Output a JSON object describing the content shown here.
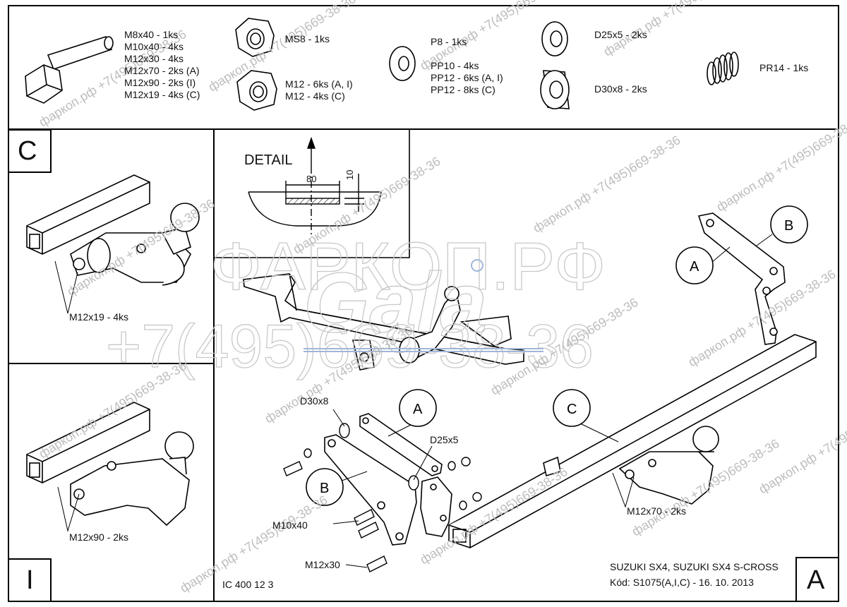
{
  "parts": {
    "bolts": [
      "M8x40 - 1ks",
      "M10x40 - 4ks",
      "M12x30 - 4ks",
      "M12x70 - 2ks (A)",
      "M12x90 - 2ks (I)",
      "M12x19 - 4ks (C)"
    ],
    "nut_m8": "MS8 - 1ks",
    "nuts_m12": [
      "M12 - 6ks (A, I)",
      "M12 - 4ks (C)"
    ],
    "washer_p8": "P8 - 1ks",
    "washers_pp": [
      "PP10 - 4ks",
      "PP12 - 6ks (A, I)",
      "PP12 - 8ks (C)"
    ],
    "spacer_d25": "D25x5 - 2ks",
    "spacer_d30": "D30x8 - 2ks",
    "spring": "PR14 - 1ks"
  },
  "panel_c": {
    "letter": "C",
    "label": "M12x19 - 4ks"
  },
  "panel_i": {
    "letter": "I",
    "label": "M12x90 - 2ks"
  },
  "detail": {
    "title": "DETAIL",
    "dim_width": "80",
    "dim_height": "10"
  },
  "callouts": {
    "a_top": "A",
    "b_top": "B",
    "a_mid": "A",
    "b_mid": "B",
    "c_mid": "C"
  },
  "labels": {
    "d30x8": "D30x8",
    "d25x5": "D25x5",
    "m10x40": "M10x40",
    "m12x30": "M12x30",
    "m12x70": "M12x70 - 2ks"
  },
  "footer": {
    "code": "IC 400 12 3",
    "vehicle": "SUZUKI SX4, SUZUKI SX4 S-CROSS",
    "kod": "Kód: S1075(A,I,C) - 16. 10. 2013",
    "corner_letter": "A"
  },
  "watermark": {
    "brand": "ФАРКОП.РФ",
    "phone": "+7(495)669-38-36",
    "logo": "Gala",
    "small": "фаркоп.рф  +7(495)669-38-36"
  }
}
